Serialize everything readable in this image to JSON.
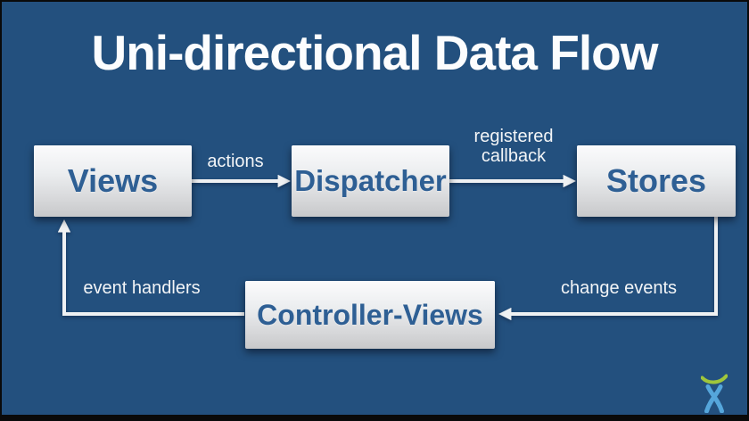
{
  "slide": {
    "title": "Uni-directional Data Flow",
    "background_color": "#23507E",
    "frame_color": "#0a0a0a"
  },
  "diagram": {
    "nodes": [
      {
        "id": "views",
        "label": "Views"
      },
      {
        "id": "dispatcher",
        "label": "Dispatcher"
      },
      {
        "id": "stores",
        "label": "Stores"
      },
      {
        "id": "controller-views",
        "label": "Controller-Views"
      }
    ],
    "edges": [
      {
        "from": "views",
        "to": "dispatcher",
        "label": "actions"
      },
      {
        "from": "dispatcher",
        "to": "stores",
        "label": "registered callback"
      },
      {
        "from": "stores",
        "to": "controller-views",
        "label": "change events"
      },
      {
        "from": "controller-views",
        "to": "views",
        "label": "event handlers"
      }
    ],
    "node_text_color": "#2e5f94",
    "node_fill_top": "#fbfbfc",
    "node_fill_bottom": "#c7c8ca",
    "arrow_color": "#eff1f3",
    "label_color": "#f3f5f7"
  },
  "footer": {
    "logo_name": "atlassian-logo",
    "logo_arc_color": "#9fc63b",
    "logo_figure_color": "#55a6db"
  }
}
